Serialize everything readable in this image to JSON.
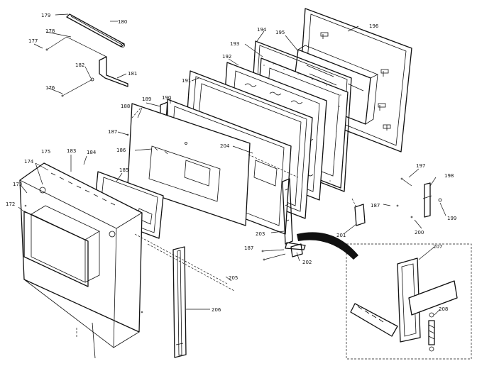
{
  "labels": {
    "l173": "173",
    "l174": "174",
    "l175": "175",
    "l176": "176",
    "l177": "177",
    "l178": "178",
    "l179": "179",
    "l180": "180",
    "l181": "181",
    "l182": "182",
    "l183": "183",
    "l184": "184",
    "l185": "185",
    "l186": "186",
    "l187a": "187",
    "l187b": "187",
    "l187c": "187",
    "l188": "188",
    "l189": "189",
    "l190": "190",
    "l191": "191",
    "l192": "192",
    "l193": "193",
    "l194": "194",
    "l195": "195",
    "l196": "196",
    "l197": "197",
    "l198": "198",
    "l199": "199",
    "l200": "200",
    "l201": "201",
    "l202": "202",
    "l203": "203",
    "l204": "204",
    "l205": "205",
    "l206": "206",
    "l207": "207",
    "l208": "208",
    "l172": "172"
  }
}
